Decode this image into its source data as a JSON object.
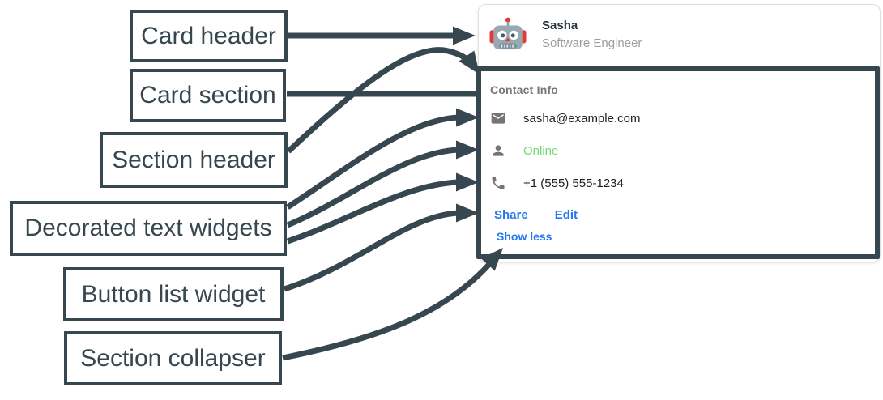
{
  "colors": {
    "annotation": "#37474F",
    "link_blue": "#2677F2",
    "status_green": "#74D874",
    "icon_gray": "#757575",
    "header_gray": "#757575",
    "text_dark": "#212121",
    "muted_text": "#9E9E9E",
    "name_text": "#263238",
    "card_border": "#E0E0E0"
  },
  "annotations": {
    "labels": [
      {
        "text": "Card header"
      },
      {
        "text": "Card section"
      },
      {
        "text": "Section header"
      },
      {
        "text": "Decorated text widgets"
      },
      {
        "text": "Button list widget"
      },
      {
        "text": "Section collapser"
      }
    ]
  },
  "card": {
    "header": {
      "avatar_icon": "robot-icon",
      "name": "Sasha",
      "subtitle": "Software Engineer"
    },
    "section": {
      "header": "Contact Info",
      "rows": [
        {
          "icon": "email-icon",
          "text": "sasha@example.com",
          "style": "default"
        },
        {
          "icon": "person-icon",
          "text": "Online",
          "style": "green"
        },
        {
          "icon": "phone-icon",
          "text": "+1 (555) 555-1234",
          "style": "default"
        }
      ],
      "buttons": [
        "Share",
        "Edit"
      ],
      "collapser": "Show less"
    }
  }
}
